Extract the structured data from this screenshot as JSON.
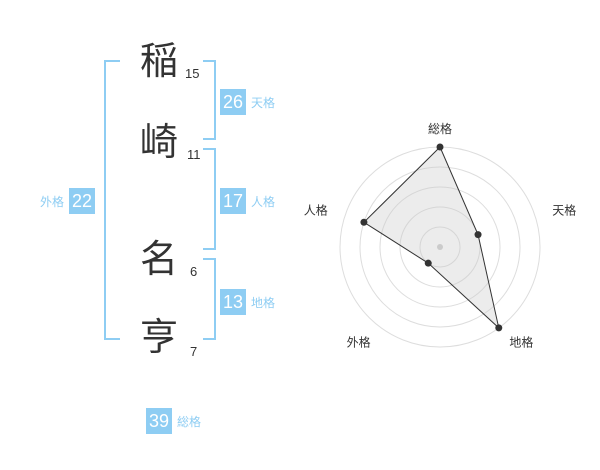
{
  "name": {
    "characters": [
      {
        "char": "稲",
        "strokes": "15"
      },
      {
        "char": "崎",
        "strokes": "11"
      },
      {
        "char": "名",
        "strokes": "6"
      },
      {
        "char": "亨",
        "strokes": "7"
      }
    ]
  },
  "kaku": {
    "tenkaku": {
      "label": "天格",
      "value": "26"
    },
    "jinkaku": {
      "label": "人格",
      "value": "17"
    },
    "chikaku": {
      "label": "地格",
      "value": "13"
    },
    "gaikaku": {
      "label": "外格",
      "value": "22"
    },
    "soukaku": {
      "label": "総格",
      "value": "39"
    }
  },
  "colors": {
    "accent": "#8ecdf3",
    "text": "#333333"
  },
  "chart_data": {
    "type": "radar",
    "axes": [
      "総格",
      "天格",
      "地格",
      "外格",
      "人格"
    ],
    "values": [
      5,
      2,
      5,
      1,
      4
    ],
    "max": 5
  }
}
